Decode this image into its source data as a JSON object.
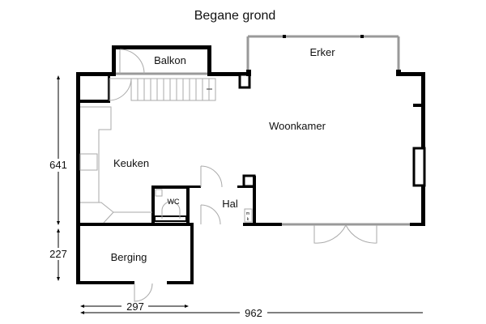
{
  "title": "Begane grond",
  "rooms": {
    "balkon": "Balkon",
    "erker": "Erker",
    "woonkamer": "Woonkamer",
    "keuken": "Keuken",
    "wc": "WC",
    "hal": "Hal",
    "berging": "Berging",
    "meterkast_m": "m",
    "meterkast_k": "k"
  },
  "dimensions": {
    "height_main": "641",
    "height_berging": "227",
    "width_berging": "297",
    "width_total": "962"
  }
}
